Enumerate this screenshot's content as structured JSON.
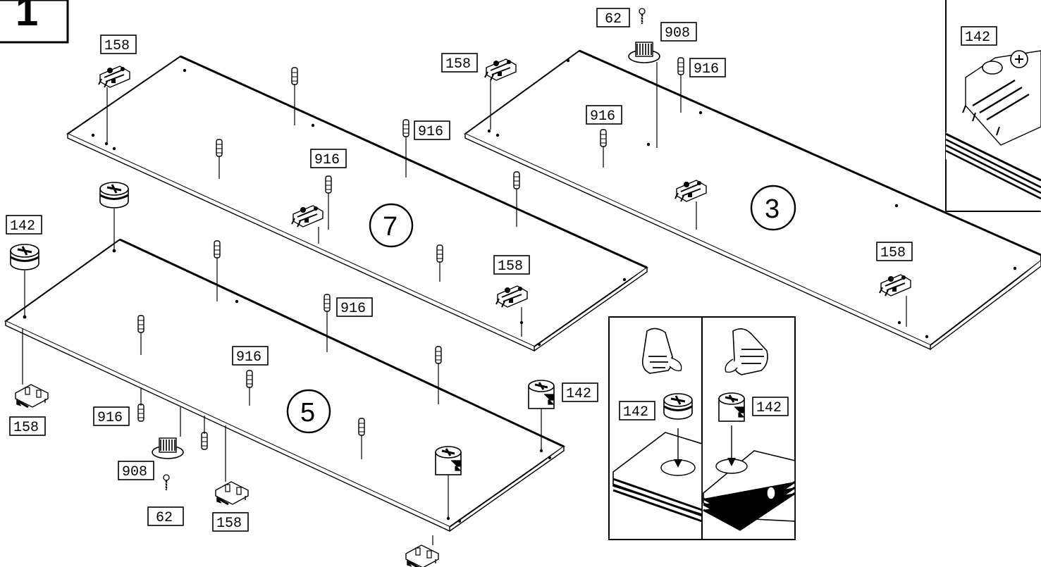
{
  "step": {
    "number": "1"
  },
  "panels": [
    {
      "id": "7",
      "label": "7"
    },
    {
      "id": "3",
      "label": "3"
    },
    {
      "id": "5",
      "label": "5"
    }
  ],
  "part_labels": {
    "p62": "62",
    "p142": "142",
    "p158": "158",
    "p908": "908",
    "p916": "916"
  },
  "detail_inset": {
    "label": "142"
  },
  "instruction_inset": {
    "left_label": "142",
    "right_label": "142"
  },
  "colors": {
    "ink": "#000000",
    "paper": "#ffffff",
    "shade": "#555555"
  },
  "icons": [
    "hand-press-icon",
    "cam-lock-icon",
    "dowel-icon",
    "hinge-plate-icon",
    "screw-icon",
    "foot-glide-icon"
  ]
}
